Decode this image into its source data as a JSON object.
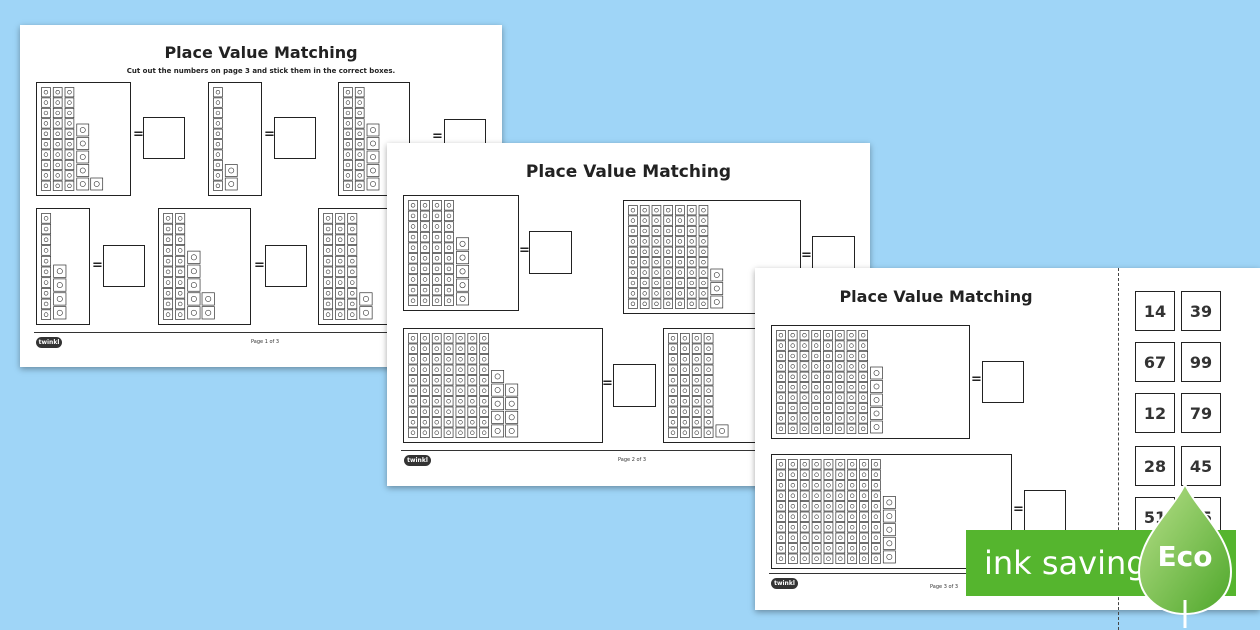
{
  "worksheet_title": "Place Value Matching",
  "instructions": "Cut out the numbers on page 3 and stick them in the correct boxes.",
  "equals_sign": "=",
  "logo_text": "twinkl",
  "page_labels": [
    "Page 1 of 3",
    "Page 2 of 3",
    "Page 3 of 3"
  ],
  "number_cards": [
    "14",
    "39",
    "67",
    "99",
    "12",
    "79",
    "28",
    "45",
    "51",
    "35"
  ],
  "badge": {
    "text": "ink saving",
    "eco": "Eco",
    "color": "#55b52e"
  },
  "sheet1_problems": [
    {
      "tens": 3,
      "ones": 6
    },
    {
      "tens": 1,
      "ones": 2
    },
    {
      "tens": 2,
      "ones": 5
    },
    {
      "tens": 1,
      "ones": 4
    },
    {
      "tens": 2,
      "ones": 7
    },
    {
      "tens": 3,
      "ones": 2
    }
  ],
  "sheet2_problems": [
    {
      "tens": 4,
      "ones": 5
    },
    {
      "tens": 7,
      "ones": 3
    },
    {
      "tens": 7,
      "ones": 9
    },
    {
      "tens": 4,
      "ones": 1
    }
  ],
  "sheet3_problems": [
    {
      "tens": 8,
      "ones": 5
    },
    {
      "tens": 9,
      "ones": 5
    }
  ]
}
